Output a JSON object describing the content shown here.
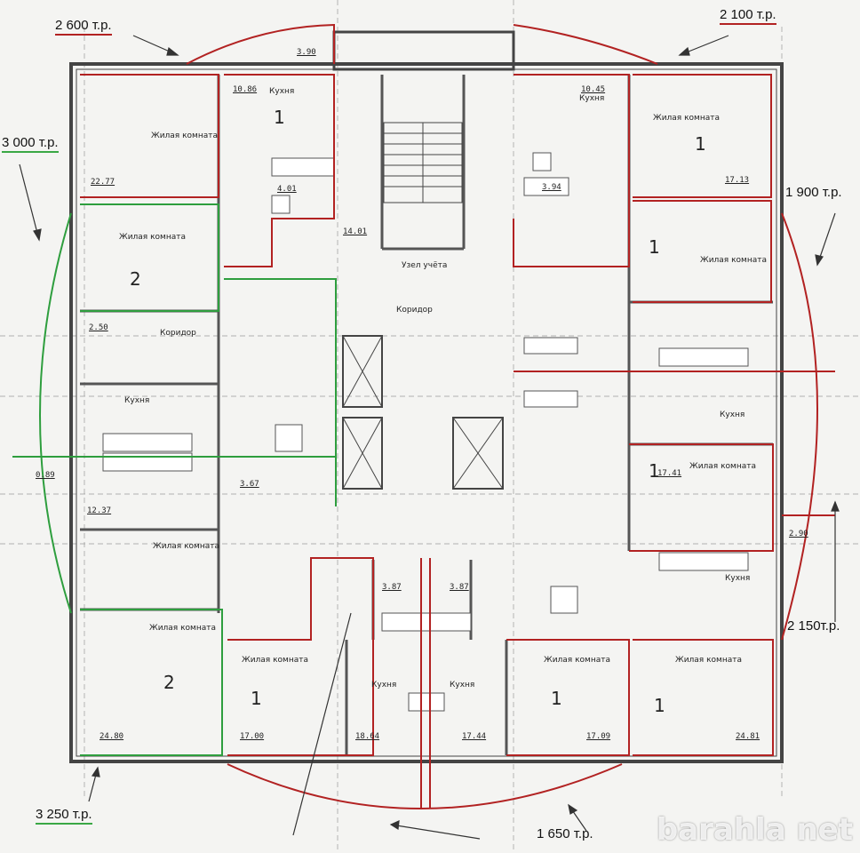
{
  "prices": [
    {
      "text": "2 600 т.р.",
      "accent": "#b22222"
    },
    {
      "text": "2 100 т.р.",
      "accent": "#b22222"
    },
    {
      "text": "3 000 т.р.",
      "accent": "#2e9e3e"
    },
    {
      "text": "1 900 т.р.",
      "accent": "#b22222"
    },
    {
      "text": "2 150т.р.",
      "accent": "#b22222"
    },
    {
      "text": "3 250 т.р.",
      "accent": "#2e9e3e"
    },
    {
      "text": "1 650 т.р.",
      "accent": "#b22222"
    }
  ],
  "rooms": {
    "living": "Жилая комната",
    "kitchen": "Кухня",
    "corridor": "Коридор",
    "node": "Узел учёта"
  },
  "apartments": [
    "1",
    "1",
    "2",
    "1",
    "1",
    "1",
    "1",
    "2",
    "1"
  ],
  "areas": [
    "22.77",
    "10.86",
    "4.01",
    "10.45",
    "3.94",
    "17.13",
    "17.00",
    "2.50",
    "12.37",
    "3.67",
    "18.64",
    "17.44",
    "17.09",
    "24.81",
    "3.90",
    "14.01",
    "2.90",
    "0.89",
    "17.41",
    "3.87",
    "3.87",
    "24.80"
  ],
  "watermark": "barahla net"
}
